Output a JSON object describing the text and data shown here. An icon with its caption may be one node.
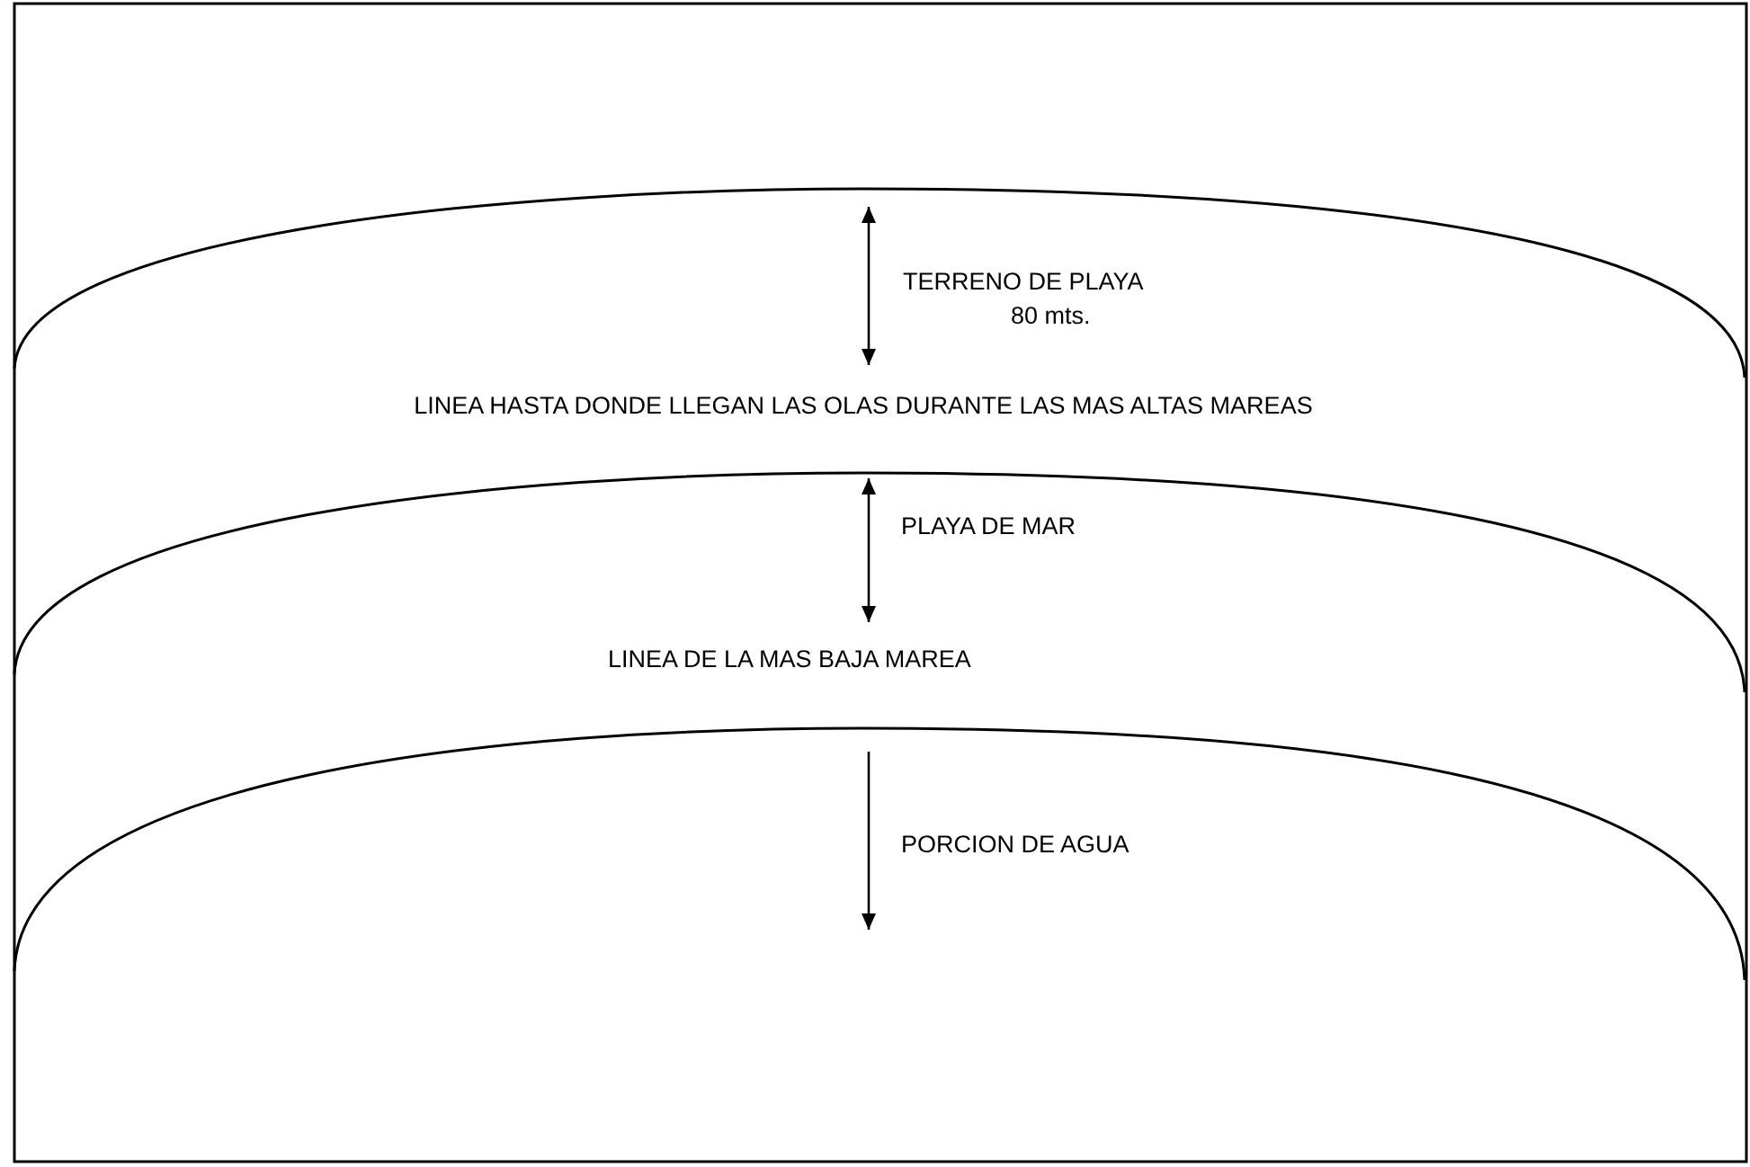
{
  "diagram": {
    "labels": [
      "TERRENO DE PLAYA",
      "80 mts.",
      "LINEA HASTA DONDE LLEGAN LAS OLAS DURANTE LAS MAS ALTAS MAREAS",
      "PLAYA DE MAR",
      "LINEA DE LA MAS BAJA MAREA",
      "PORCION DE AGUA"
    ]
  }
}
